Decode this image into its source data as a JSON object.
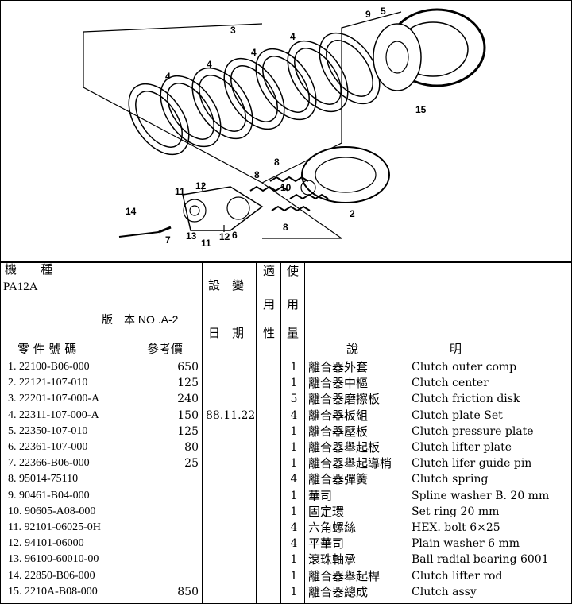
{
  "diagram": {
    "callouts": [
      "9",
      "5",
      "3",
      "4",
      "4",
      "4",
      "4",
      "15",
      "8",
      "8",
      "10",
      "11",
      "12",
      "14",
      "2",
      "7",
      "13",
      "11",
      "12",
      "6"
    ]
  },
  "header": {
    "machine_label": "機　　種",
    "model": "PA12A",
    "version_label": "版　本 NO .A-2",
    "part_no_label": "零 件 號 碼",
    "ref_price_label": "參考價",
    "change_label_1": "設　變",
    "change_label_2": "日　期",
    "applicable_label": [
      "適",
      "用",
      "性"
    ],
    "usage_label": [
      "使",
      "用",
      "量"
    ],
    "description_label": "說",
    "description_label_2": "明"
  },
  "parts": [
    {
      "no": "1. 22100-B06-000",
      "price": "650",
      "date": "",
      "qty": "1",
      "zh": "離合器外套",
      "en": "Clutch outer comp"
    },
    {
      "no": "2. 22121-107-010",
      "price": "125",
      "date": "",
      "qty": "1",
      "zh": "離合器中樞",
      "en": "Clutch center"
    },
    {
      "no": "3. 22201-107-000-A",
      "price": "240",
      "date": "",
      "qty": "5",
      "zh": "離合器磨擦板",
      "en": "Clutch friction disk"
    },
    {
      "no": "4. 22311-107-000-A",
      "price": "150",
      "date": "88.11.22",
      "qty": "4",
      "zh": "離合器板組",
      "en": "Clutch plate Set"
    },
    {
      "no": "5. 22350-107-010",
      "price": "125",
      "date": "",
      "qty": "1",
      "zh": "離合器壓板",
      "en": "Clutch pressure plate"
    },
    {
      "no": "6. 22361-107-000",
      "price": "80",
      "date": "",
      "qty": "1",
      "zh": "離合器舉起板",
      "en": "Clutch lifter plate"
    },
    {
      "no": "7. 22366-B06-000",
      "price": "25",
      "date": "",
      "qty": "1",
      "zh": "離合器舉起導梢",
      "en": "Clutch lifer guide pin"
    },
    {
      "no": "8. 95014-75110",
      "price": "",
      "date": "",
      "qty": "4",
      "zh": "離合器彈簧",
      "en": "Clutch spring"
    },
    {
      "no": "9. 90461-B04-000",
      "price": "",
      "date": "",
      "qty": "1",
      "zh": "華司",
      "en": "Spline washer B. 20 mm"
    },
    {
      "no": "10. 90605-A08-000",
      "price": "",
      "date": "",
      "qty": "1",
      "zh": "固定環",
      "en": "Set ring 20 mm"
    },
    {
      "no": "11. 92101-06025-0H",
      "price": "",
      "date": "",
      "qty": "4",
      "zh": "六角螺絲",
      "en": "HEX. bolt 6×25"
    },
    {
      "no": "12. 94101-06000",
      "price": "",
      "date": "",
      "qty": "4",
      "zh": "平華司",
      "en": "Plain washer 6 mm"
    },
    {
      "no": "13. 96100-60010-00",
      "price": "",
      "date": "",
      "qty": "1",
      "zh": "滾珠軸承",
      "en": "Ball radial bearing 6001"
    },
    {
      "no": "14. 22850-B06-000",
      "price": "",
      "date": "",
      "qty": "1",
      "zh": "離合器舉起桿",
      "en": "Clutch lifter rod"
    },
    {
      "no": "15. 2210A-B08-000",
      "price": "850",
      "date": "",
      "qty": "1",
      "zh": "離合器總成",
      "en": "Clutch assy"
    }
  ]
}
